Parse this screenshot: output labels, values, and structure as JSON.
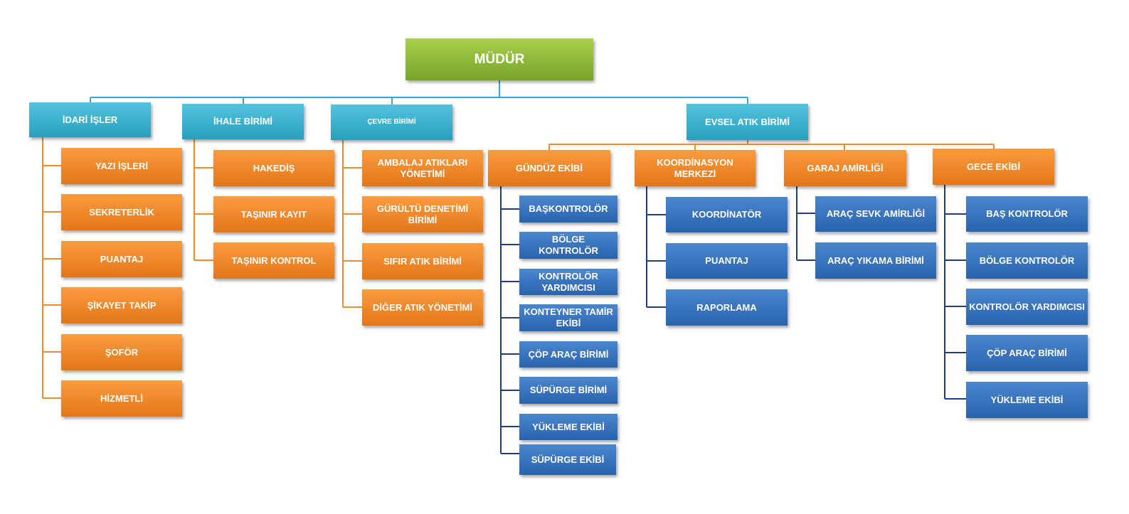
{
  "root": {
    "label": "MÜDÜR"
  },
  "departments": {
    "idari": {
      "label": "İDARİ İŞLER",
      "items": [
        "YAZI İŞLERİ",
        "SEKRETERLİK",
        "PUANTAJ",
        "ŞİKAYET TAKİP",
        "ŞOFÖR",
        "HİZMETLİ"
      ]
    },
    "ihale": {
      "label": "İHALE BİRİMİ",
      "items": [
        "HAKEDİŞ",
        "TAŞINIR KAYIT",
        "TAŞINIR KONTROL"
      ]
    },
    "cevre": {
      "label": "ÇEVRE BİRİMİ",
      "items": [
        "AMBALAJ ATIKLARI YÖNETİMİ",
        "GÜRÜLTÜ DENETİMİ BİRİMİ",
        "SIFIR ATIK BİRİMİ",
        "DİĞER ATIK YÖNETİMİ"
      ]
    },
    "evsel": {
      "label": "EVSEL ATIK BİRİMİ"
    }
  },
  "evsel_units": {
    "gunduz": {
      "label": "GÜNDÜZ EKİBİ",
      "items": [
        "BAŞKONTROLÖR",
        "BÖLGE KONTROLÖR",
        "KONTROLÖR YARDIMCISI",
        "KONTEYNER TAMİR EKİBİ",
        "ÇÖP ARAÇ BİRİMİ",
        "SÜPÜRGE BİRİMİ",
        "YÜKLEME EKİBİ",
        "SÜPÜRGE EKİBİ"
      ]
    },
    "koordinasyon": {
      "label": "KOORDİNASYON MERKEZİ",
      "items": [
        "KOORDİNATÖR",
        "PUANTAJ",
        "RAPORLAMA"
      ]
    },
    "garaj": {
      "label": "GARAJ AMİRLİĞİ",
      "items": [
        "ARAÇ SEVK AMİRLİĞİ",
        "ARAÇ YIKAMA BİRİMİ"
      ]
    },
    "gece": {
      "label": "GECE EKİBİ",
      "items": [
        "BAŞ KONTROLÖR",
        "BÖLGE KONTROLÖR",
        "KONTROLÖR YARDIMCISI",
        "ÇÖP ARAÇ BİRİMİ",
        "YÜKLEME EKİBİ"
      ]
    }
  },
  "colors": {
    "root": "#8dbb3c",
    "department": "#35acc9",
    "orange": "#f08a2c",
    "blue": "#3773bd",
    "line_teal": "#3aa6c6",
    "line_orange": "#f08a2c",
    "line_blue": "#1f3f7a"
  }
}
